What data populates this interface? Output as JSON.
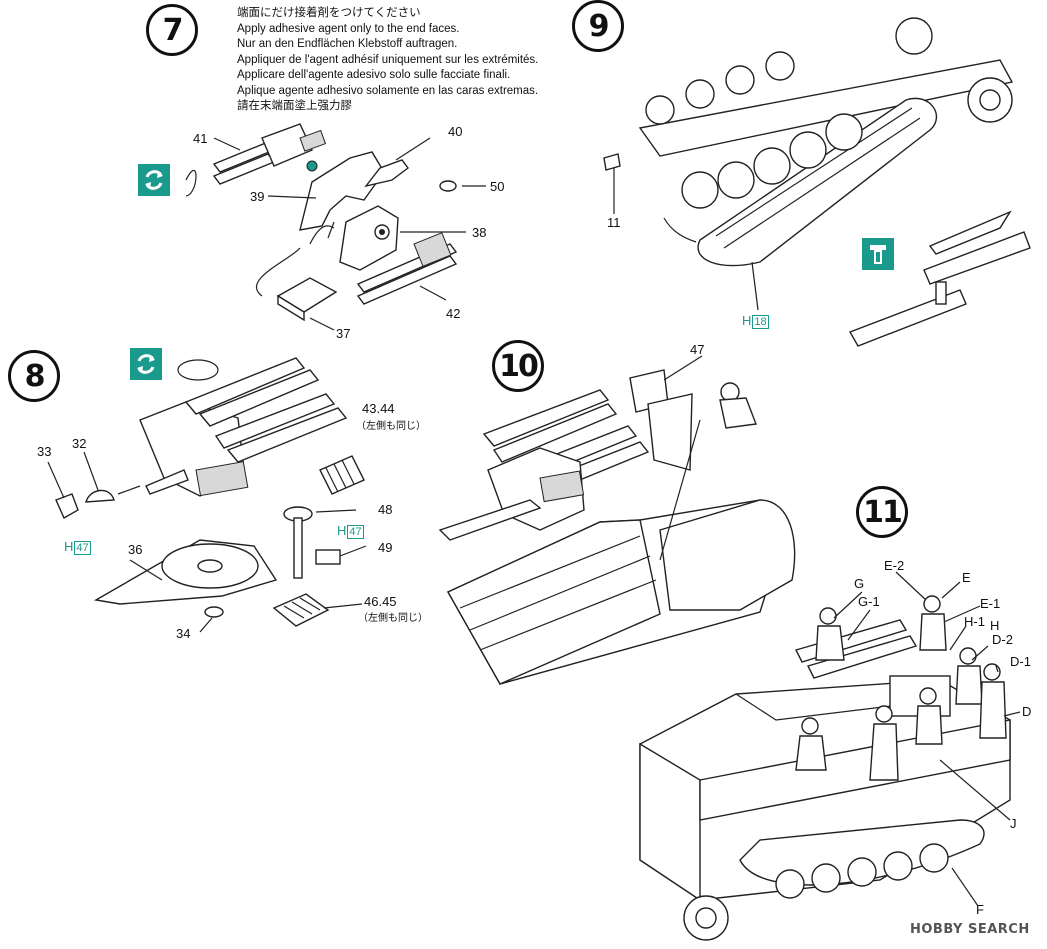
{
  "steps": [
    {
      "number": "7"
    },
    {
      "number": "8"
    },
    {
      "number": "9"
    },
    {
      "number": "10"
    },
    {
      "number": "11"
    }
  ],
  "adhesive_note": [
    "端面にだけ接着剤をつけてください",
    "Apply adhesive agent only to the end faces.",
    "Nur an den Endflächen Klebstoff auftragen.",
    "Appliquer de l'agent adhésif uniquement sur les extrémités.",
    "Applicare dell'agente adesivo solo sulle facciate finali.",
    "Aplique agente adhesivo solamente en las caras extremas.",
    "請在末端面塗上强力膠"
  ],
  "step7_parts": [
    "41",
    "40",
    "39",
    "50",
    "38",
    "37",
    "42"
  ],
  "step8_parts": {
    "p33": "33",
    "p32": "32",
    "h_letter": "H",
    "h47_box": "47",
    "p36": "36",
    "p34": "34",
    "p4344": "43.44",
    "same_left": "（左側も同じ）",
    "p48": "48",
    "p49": "49",
    "p4645": "46.45",
    "h48_letter": "H",
    "h48_box": "47"
  },
  "step9_parts": {
    "p11": "11",
    "h_letter": "H",
    "h_box": "18"
  },
  "step10_parts": {
    "p47": "47"
  },
  "step11_labels": [
    "G",
    "G-1",
    "E-2",
    "E",
    "E-1",
    "H-1",
    "H",
    "D-2",
    "D-1",
    "D",
    "J",
    "F"
  ],
  "watermark": "HOBBY SEARCH",
  "colors": {
    "accent": "#1a9a8c",
    "ink": "#111111"
  },
  "icons": [
    "rotate-icon",
    "glue-applicator-icon"
  ]
}
